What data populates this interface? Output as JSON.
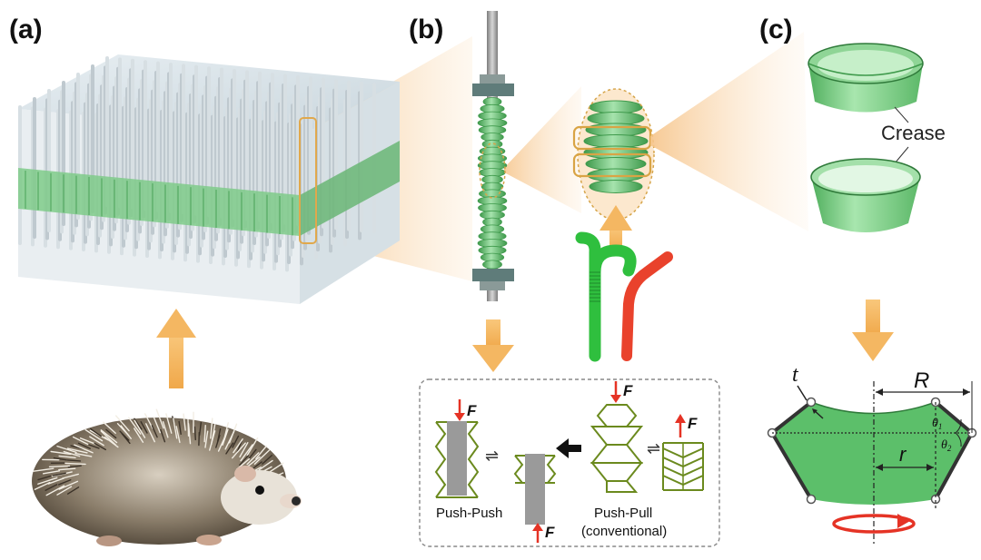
{
  "panels": {
    "a": {
      "label": "(a)"
    },
    "b": {
      "label": "(b)"
    },
    "c": {
      "label": "(c)"
    }
  },
  "annotations": {
    "crease": "Crease",
    "push_push": "Push-Push",
    "push_pull": "Push-Pull",
    "conventional": "(conventional)",
    "force": "F",
    "thickness": "t",
    "outer_radius": "R",
    "inner_radius": "r",
    "theta1": "θ",
    "theta1_sub": "1",
    "theta2": "θ",
    "theta2_sub": "2",
    "equilibrium": "⇌"
  },
  "colors": {
    "green": "#6fc77a",
    "green_dark": "#3f9a4c",
    "orange_arrow": "#f4b762",
    "beam": "#f6c489",
    "red": "#e53325",
    "olive": "#6b8a1e",
    "grey_rod": "#9a9a9a"
  },
  "icons": [
    "hedgehog",
    "bendy-straw",
    "rotation-arrow"
  ]
}
